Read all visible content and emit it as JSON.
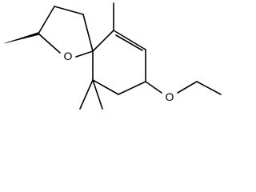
{
  "structure": {
    "type": "skeletal-formula",
    "atoms": {
      "ring_oxygen": "O",
      "ether_oxygen": "O"
    },
    "colors": {
      "bond": "#000000",
      "background": "#ffffff"
    }
  }
}
